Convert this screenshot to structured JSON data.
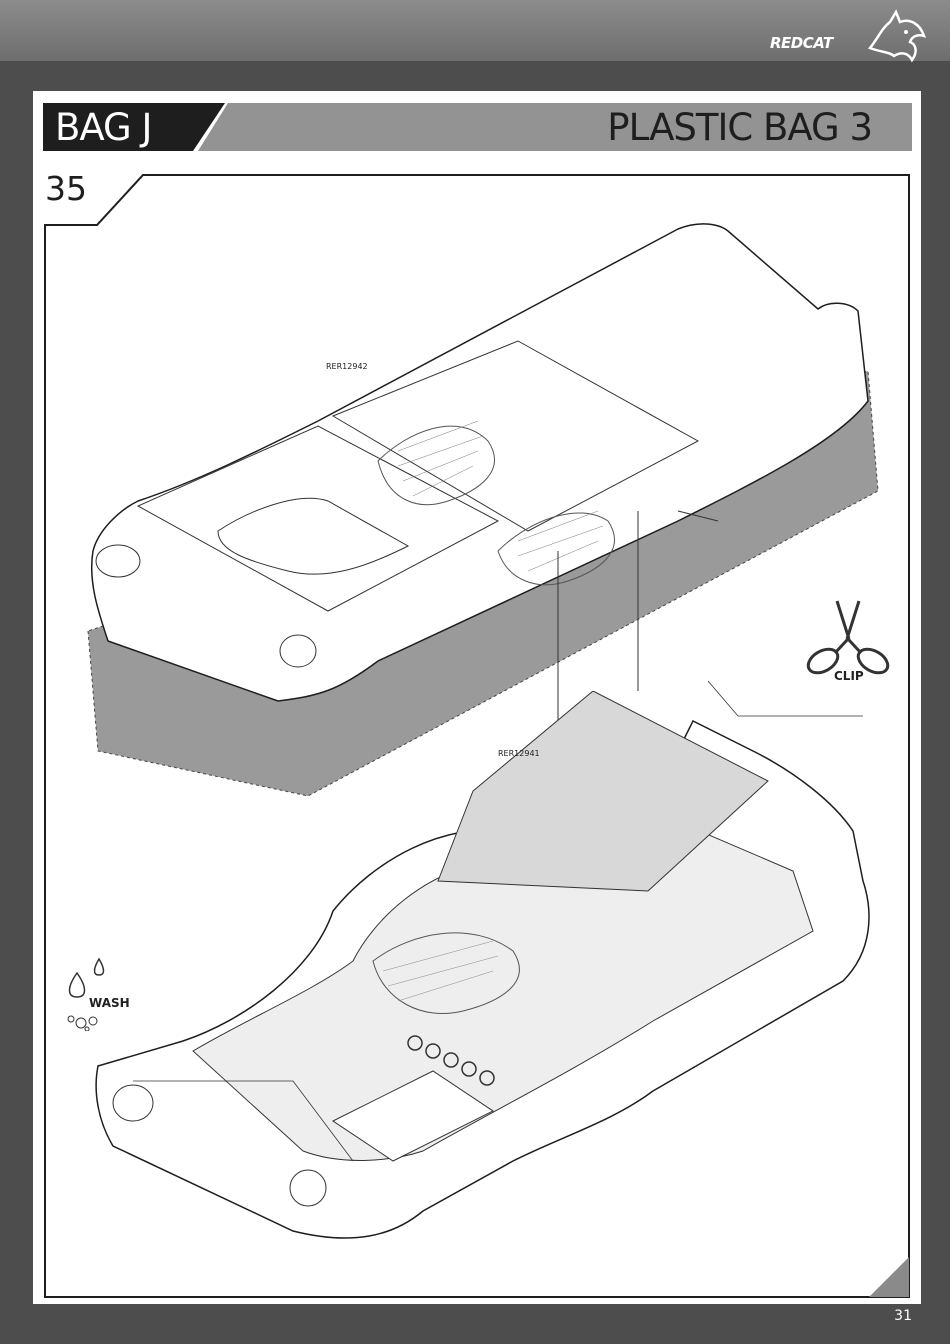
{
  "header": {
    "brand": "REDCAT"
  },
  "section": {
    "bag": "BAG J",
    "title": "PLASTIC BAG 3"
  },
  "step": {
    "number": "35"
  },
  "parts": {
    "top_part": "RER12942",
    "bottom_part": "RER12941"
  },
  "icons": {
    "clip_label": "CLIP",
    "wash_label": "WASH"
  },
  "footer": {
    "page_number": "31"
  },
  "colors": {
    "background": "#4d4d4d",
    "title_bar": "#939393",
    "bag_label": "#1e1e1e",
    "shading": "#9a9a9a"
  }
}
